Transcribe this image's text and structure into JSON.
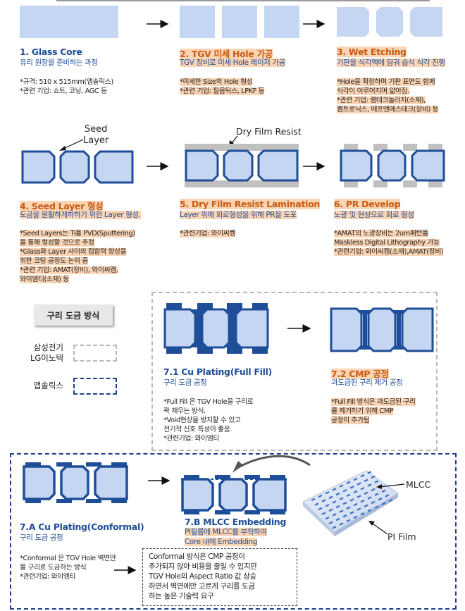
{
  "steps": {
    "s1": {
      "title": "1. Glass Core",
      "subtitle": "유리 원장을 준비하는 과정",
      "notes": [
        "*규격: 510 x 515mm(앱솔릭스)",
        "*관련 기업: 쇼트, 코닝, AGC 등"
      ]
    },
    "s2": {
      "title": "2. TGV 미세 Hole 가공",
      "subtitle": "TGV 장비로 미세 Hole 레이저 가공",
      "notes": [
        "*미세한 Size의 Hole 형성",
        "*관련 기업: 필옵틱스, LPKF 등"
      ]
    },
    "s3": {
      "title": "3. Wet Etching",
      "subtitle": "기판을 식각액에 담궈 습식 식각 진행",
      "notes": [
        "*Hole을 확장하며 기판 표면도 함께",
        " 식각이 이루어지며 얇아짐.",
        "*관련 기업: 램테크놀러지(소재),",
        " 켐트로닉스, 에프엔에스테크(장비) 등"
      ]
    },
    "s4": {
      "title": "4. Seed Layer 형성",
      "subtitle": "도금을 원활하게하하기 위한 Layer 형성.",
      "notes": [
        "*Seed Layers는 Ti을 PVD(Sputtering)",
        " 을 통해 형성할 것으로 추정",
        "*Glass와 Layer 사이의 접합력 향상을",
        " 위한 코팅 공정도 논의 중",
        "*관련 기업: AMAT(장비), 와이씨켐,",
        " 와이엠티(소재) 등"
      ]
    },
    "s5": {
      "title": "5. Dry Film Resist Lamination",
      "subtitle": "Layer 위에 회로형성을 위해 PR을 도포",
      "notes": [
        "*관련기업: 와이씨켐"
      ]
    },
    "s6": {
      "title": "6. PR Develop",
      "subtitle": "노광 및 현상으로 회로 형성",
      "notes": [
        "*AMAT의 노광장비는 2um패턴을",
        " Maskless Digital Lithography 가능",
        "*관련기업: 와이씨켐(소재),AMAT(장비)"
      ]
    },
    "s71": {
      "title": "7.1 Cu Plating(Full Fill)",
      "subtitle": "구리 도금 공정",
      "notes": [
        "*Full Fill 은 TGV Hole을 구리로",
        " 꽉 채우는 방식.",
        "*Void현상을 방지할 수 있고",
        " 전기적 신호 특성이 좋음.",
        "*관련기업: 와이엠티"
      ]
    },
    "s72": {
      "title": "7.2 CMP 공정",
      "subtitle": "과도금된 구리 제거 공정",
      "notes": [
        "*Full Fill 방식은 과도금된 구리",
        " 를 제거하기 위해 CMP",
        " 공정이 추가됨"
      ]
    },
    "s7a": {
      "title": "7.A Cu Plating(Conformal)",
      "subtitle": "구리 도금 공정",
      "notes": [
        "*Conformal 은 TGV Hole 벽면만",
        " 을 구리로 도금하는 방식",
        "*관련기업: 와이엠티"
      ]
    },
    "s7b": {
      "title": "7.B MLCC Embedding",
      "subtitle1": "PI필름에 MLCC를 부착하여",
      "subtitle2": "Core 내에 Embedding"
    }
  },
  "labels": {
    "seed_layer_1": "Seed",
    "seed_layer_2": "Layer",
    "dry_film_resist": "Dry Film Resist",
    "mlcc": "MLCC",
    "pi_film": "PI Film"
  },
  "legend": {
    "title": "구리 도금 방식",
    "samsung_line1": "삼성전기",
    "samsung_line2": "LG이노텍",
    "absolics": "앱솔릭스"
  },
  "conformal_note": [
    "Conformal 방식은 CMP 공정이",
    "추가되지 않아 비용을 줄일 수 있지만",
    "TGV Hole의 Aspect Ratio 값 상승",
    "하면서 벽면에만 고르게 구리를 도금",
    "하는 높은 기술력 요구"
  ],
  "colors": {
    "glass": "#c5d6f2",
    "copper_line": "#1f4e99",
    "resist": "#c0c0c0",
    "title_blue": "#1f4e99",
    "title_orange": "#c65a11",
    "highlight": "#fbd4b4"
  }
}
